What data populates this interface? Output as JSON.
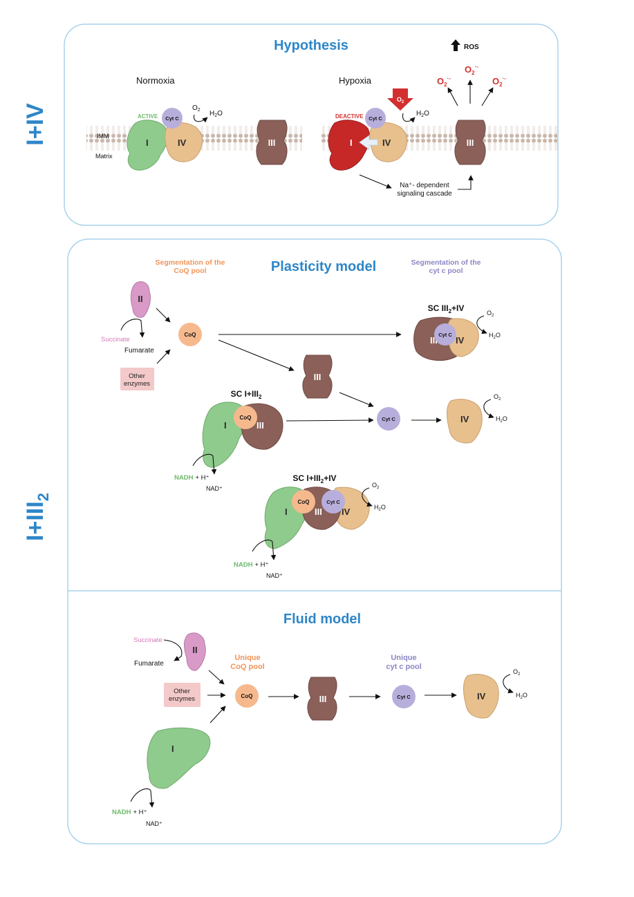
{
  "colors": {
    "accent_blue": "#2e86c8",
    "complex_I": "#8fcb8c",
    "complex_I_deactive": "#c62828",
    "complex_II": "#d99ac8",
    "complex_III": "#8a6058",
    "complex_IV": "#e8c08e",
    "cytc": "#b8aedb",
    "coq": "#f6b98e",
    "coq_text": "#f0955a",
    "cytc_text": "#8c86c6",
    "succinate_text": "#d47ab8",
    "nadh_text": "#6dbb6a",
    "ros_red": "#d32f2f",
    "other_enzymes_box": "#f4c9c9",
    "panel_border": "#a9d3ec"
  },
  "side_labels": {
    "top": "I+IV",
    "bottom_main": "I+III",
    "bottom_sub": "2"
  },
  "hypothesis": {
    "title": "Hypothesis",
    "ros_label": "ROS",
    "normoxia": {
      "label": "Normoxia",
      "active": "ACTIVE",
      "cytc": "Cyt C",
      "o2": "O",
      "o2_sub": "2",
      "h2o_a": "H",
      "h2o_sub": "2",
      "h2o_b": "O",
      "imm": "IMM",
      "matrix": "Matrix",
      "complex_I": "I",
      "complex_IV": "IV",
      "complex_III": "III"
    },
    "hypoxia": {
      "label": "Hypoxia",
      "deactive": "DEACTIVE",
      "cytc": "Cyt C",
      "o2": "O",
      "o2_sub": "2",
      "h2o_a": "H",
      "h2o_sub": "2",
      "h2o_b": "O",
      "complex_I": "I",
      "complex_IV": "IV",
      "complex_III": "III",
      "superoxide": "O",
      "superoxide_sub": "2",
      "superoxide_sup": "·-",
      "cascade_line1": "Na⁺- dependent",
      "cascade_line2": "signaling cascade"
    }
  },
  "plasticity": {
    "title": "Plasticity model",
    "coq_pool_line1": "Segmentation of the",
    "coq_pool_line2": "CoQ pool",
    "cytc_pool_line1": "Segmentation of the",
    "cytc_pool_line2": "cyt c pool",
    "complex_II": "II",
    "succinate": "Succinate",
    "fumarate": "Fumarate",
    "other_enzymes_line1": "Other",
    "other_enzymes_line2": "enzymes",
    "coq": "CoQ",
    "complex_III": "III",
    "sc_iii_iv_a": "SC III",
    "sc_iii_iv_sub": "2",
    "sc_iii_iv_b": "+IV",
    "sc_iii_iv_cytc": "Cyt C",
    "sc_i_iii_a": "SC I+III",
    "sc_i_iii_sub": "2",
    "sc_i_iii_iv_a": "SC I+III",
    "sc_i_iii_iv_sub": "2",
    "sc_i_iii_iv_b": "+IV",
    "cytc": "Cyt C",
    "complex_I": "I",
    "complex_IV": "IV",
    "nadh": "NADH",
    "plus_h": "+ H⁺",
    "nad": "NAD⁺",
    "o2": "O",
    "o2_sub": "2",
    "h2o_a": "H",
    "h2o_sub": "2",
    "h2o_b": "O"
  },
  "fluid": {
    "title": "Fluid model",
    "succinate": "Succinate",
    "fumarate": "Fumarate",
    "complex_II": "II",
    "other_enzymes_line1": "Other",
    "other_enzymes_line2": "enzymes",
    "unique_coq_line1": "Unique",
    "unique_coq_line2": "CoQ pool",
    "unique_cytc_line1": "Unique",
    "unique_cytc_line2": "cyt c pool",
    "coq": "CoQ",
    "complex_III": "III",
    "cytc": "Cyt C",
    "complex_IV": "IV",
    "complex_I": "I",
    "nadh": "NADH",
    "plus_h": "+ H⁺",
    "nad": "NAD⁺",
    "o2": "O",
    "o2_sub": "2",
    "h2o_a": "H",
    "h2o_sub": "2",
    "h2o_b": "O"
  }
}
